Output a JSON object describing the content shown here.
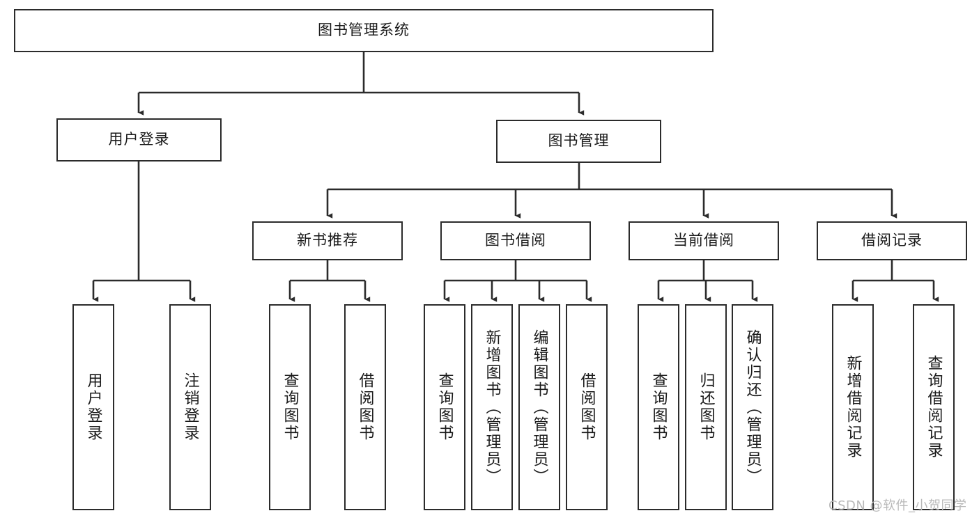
{
  "diagram": {
    "title": "图书管理系统",
    "watermark": "CSDN @软件_小贺同学",
    "style": {
      "stroke_color": "#2b2b2b",
      "fill_color": "#ffffff",
      "text_color": "#1a1a1a",
      "watermark_color": "#b9b9b9"
    },
    "levels": {
      "root": {
        "label": "图书管理系统"
      },
      "level2": [
        {
          "label": "用户登录"
        },
        {
          "label": "图书管理"
        }
      ],
      "level3": [
        {
          "label": "新书推荐"
        },
        {
          "label": "图书借阅"
        },
        {
          "label": "当前借阅"
        },
        {
          "label": "借阅记录"
        }
      ],
      "leaves": [
        {
          "label": "用户登录",
          "parent": "用户登录"
        },
        {
          "label": "注销登录",
          "parent": "用户登录"
        },
        {
          "label": "查询图书",
          "parent": "新书推荐"
        },
        {
          "label": "借阅图书",
          "parent": "新书推荐"
        },
        {
          "label": "查询图书",
          "parent": "图书借阅"
        },
        {
          "label": "新增图书（管理员）",
          "parent": "图书借阅"
        },
        {
          "label": "编辑图书（管理员）",
          "parent": "图书借阅"
        },
        {
          "label": "借阅图书",
          "parent": "图书借阅"
        },
        {
          "label": "查询图书",
          "parent": "当前借阅"
        },
        {
          "label": "归还图书",
          "parent": "当前借阅"
        },
        {
          "label": "确认归还（管理员）",
          "parent": "当前借阅"
        },
        {
          "label": "新增借阅记录",
          "parent": "借阅记录"
        },
        {
          "label": "查询借阅记录",
          "parent": "借阅记录"
        }
      ]
    }
  }
}
